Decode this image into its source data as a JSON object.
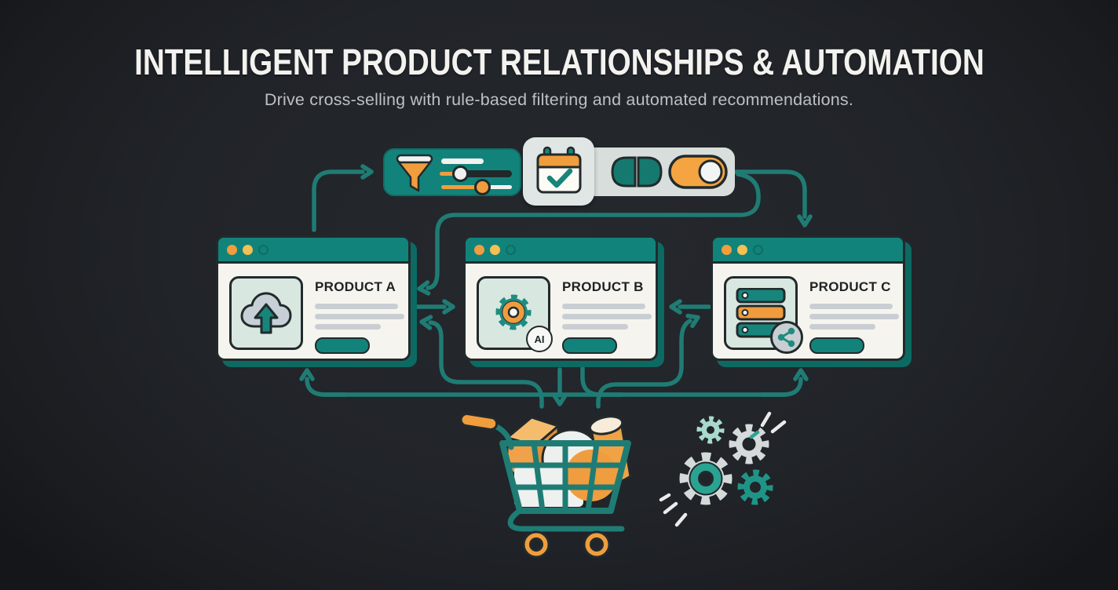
{
  "header": {
    "title": "INTELLIGENT PRODUCT RELATIONSHIPS & AUTOMATION",
    "subtitle": "Drive cross-selling with rule-based filtering and automated recommendations."
  },
  "toolbar": {
    "filter_panel": {
      "icon": "funnel-filter-icon",
      "controls": [
        "static-bar",
        "slider-white-knob",
        "slider-orange-knob"
      ]
    },
    "calendar_card": {
      "icon": "calendar-check-icon"
    },
    "toggle_panel": {
      "segmented_toggle": {
        "icon": "split-pill-toggle-icon"
      },
      "switch": {
        "icon": "toggle-switch-icon",
        "state": "on"
      }
    }
  },
  "products": [
    {
      "label": "PRODUCT A",
      "icon": "cloud-upload-icon",
      "text_lines": 3,
      "button": "pill-button"
    },
    {
      "label": "PRODUCT B",
      "icon": "ai-gear-icon",
      "badge": "AI",
      "text_lines": 3,
      "button": "pill-button"
    },
    {
      "label": "PRODUCT C",
      "icon": "server-share-icon",
      "badge_icon": "share-icon",
      "text_lines": 3,
      "button": "pill-button"
    }
  ],
  "cart": {
    "icon": "shopping-cart-icon",
    "items": [
      "box",
      "sphere",
      "cylinder"
    ]
  },
  "automation": {
    "icon": "gears-icon",
    "gear_count": 4
  },
  "colors": {
    "bg": "#212429",
    "line": "#1f7c74",
    "teal": "#12837a",
    "teal-dark": "#0c6a62",
    "outline": "#222a2c",
    "orange": "#f09d3e",
    "amber": "#f2c053",
    "card": "#f6f4ee",
    "tile": "#d9e7e1",
    "panel-light": "#d7dedb",
    "bar-gray": "#c9ced3",
    "title": "#f3f2ef",
    "subtitle": "#bcc1c7",
    "cloud": "#c7d0d6",
    "gear-gray": "#d4d9d9",
    "gear-teal-light": "#a9d9cd",
    "gear-teal": "#1f9486",
    "ring-teal": "#2aa393"
  }
}
